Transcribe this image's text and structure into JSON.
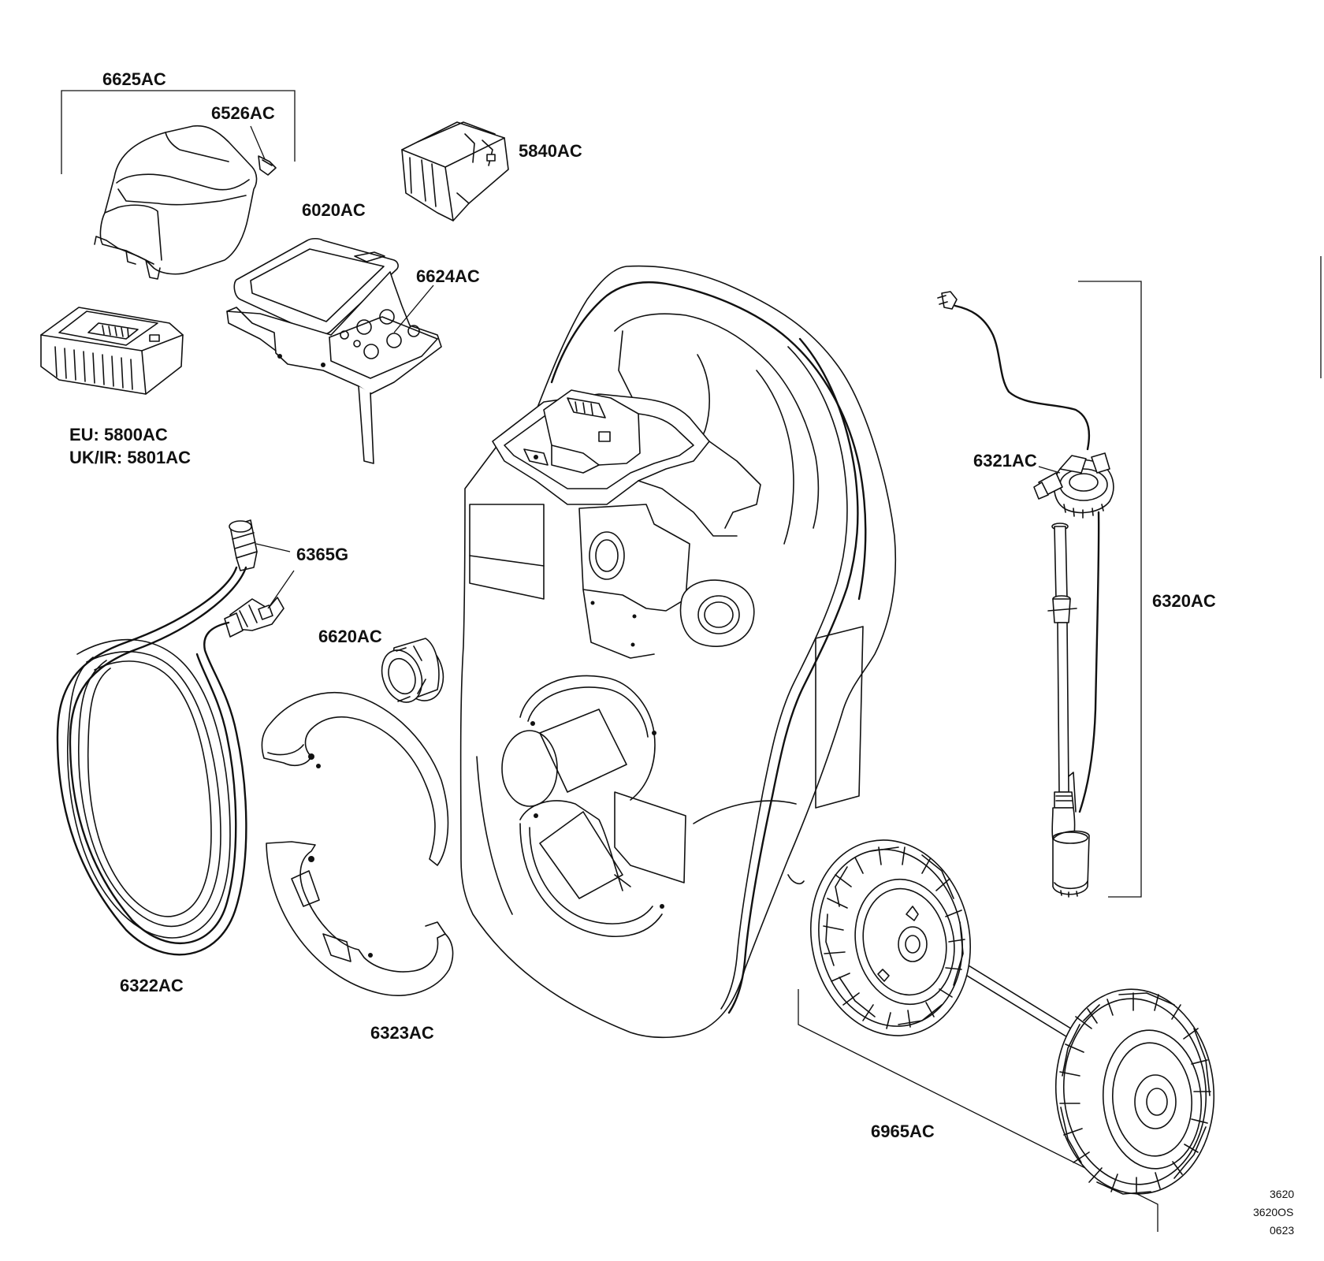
{
  "callouts": {
    "cover_set": "6625AC",
    "latch": "6526AC",
    "battery": "5840AC",
    "seal_frame": "6020AC",
    "control_panel": "6624AC",
    "charger_eu": "EU: 5800AC",
    "charger_uk": "UK/IR: 5801AC",
    "hose_connector": "6365G",
    "filter_cap": "6620AC",
    "hose": "6322AC",
    "hose_clamps": "6323AC",
    "pump_head": "6321AC",
    "pump_kit": "6320AC",
    "wheel_kit": "6965AC"
  },
  "footer_codes": [
    "3620",
    "3620OS",
    "0623"
  ]
}
